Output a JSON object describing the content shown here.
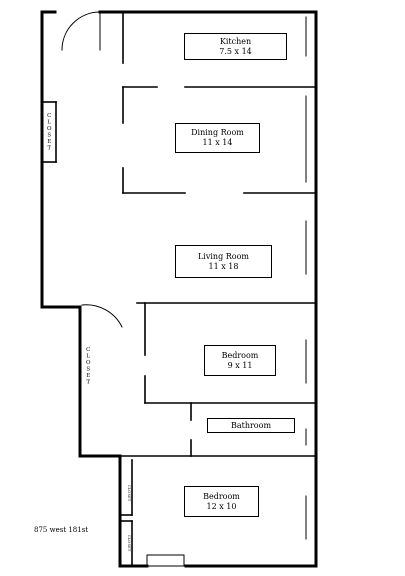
{
  "rooms": {
    "kitchen": {
      "name": "Kitchen",
      "size": "7.5 x 14"
    },
    "dining": {
      "name": "Dining Room",
      "size": "11 x 14"
    },
    "living": {
      "name": "Living Room",
      "size": "11 x 18"
    },
    "bedroom1": {
      "name": "Bedroom",
      "size": "9 x 11"
    },
    "bathroom": {
      "name": "Bathroom"
    },
    "bedroom2": {
      "name": "Bedroom",
      "size": "12 x 10"
    }
  },
  "closets": {
    "upper": "CLOSET",
    "middle": "CLOSET",
    "lower_a": "CLOSET",
    "lower_b": "CLOSET"
  },
  "address": "875 west 181st"
}
